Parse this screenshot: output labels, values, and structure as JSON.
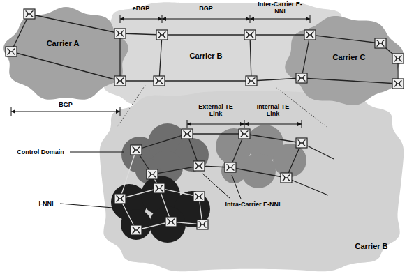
{
  "diagram": {
    "nodes": [
      {
        "text": [
          "Carrier A"
        ]
      },
      {
        "text": [
          "Carrier B"
        ]
      },
      {
        "text": [
          "Carrier C"
        ]
      },
      {
        "text": [
          "Carrier B"
        ]
      }
    ],
    "labels": [
      "eBGP",
      "BGP",
      "Inter-Carrier E-NNI",
      "BGP",
      "External TE Link",
      "Internal TE Link",
      "Control Domain",
      "I-NNI",
      "Intra-Carrier E-NNI"
    ]
  }
}
